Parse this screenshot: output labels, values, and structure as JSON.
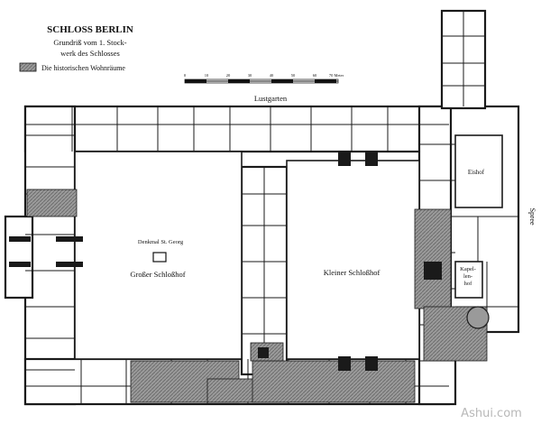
{
  "title": {
    "heading": "SCHLOSS BERLIN",
    "line1": "Grundriß vom 1. Stock-",
    "line2": "werk des Schlosses"
  },
  "legend": {
    "label": "Die historischen Wohnräume",
    "swatch_color": "#9a9a9a"
  },
  "scale": {
    "ticks": [
      "0",
      "10",
      "20",
      "30",
      "40",
      "50",
      "60",
      "70 Meter"
    ]
  },
  "labels": {
    "lustgarten": "Lustgarten",
    "spree": "Spree",
    "eishof": "Eishof",
    "denkmal": "Denkmal St. Georg",
    "grosser_hof": "Großer Schloßhof",
    "kleiner_hof": "Kleiner Schloßhof",
    "kapellen": "Kapel-",
    "kapellen2": "len-",
    "kapellen3": "hof"
  },
  "watermark": "Ashui.com",
  "colors": {
    "wall": "#1a1a1a",
    "historic_rooms": "#9a9a9a",
    "paper": "#ffffff"
  }
}
